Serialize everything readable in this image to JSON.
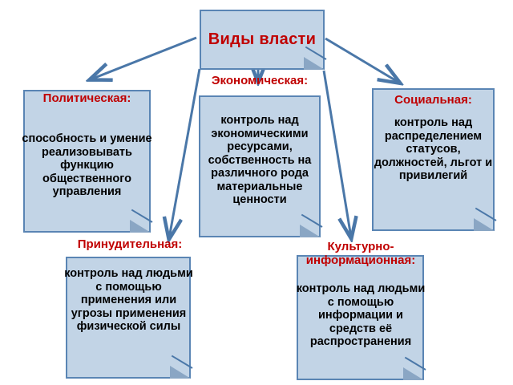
{
  "diagram": {
    "title": "Виды власти",
    "title_color": "#c00000",
    "box_fill": "#c2d4e6",
    "box_border": "#5a85b4",
    "arrow_color": "#4a77a8",
    "body_text_color": "#000000",
    "nodes": [
      {
        "id": "political",
        "heading": "Политическая:",
        "body": "способность и умение реализовывать функцию общественного управления"
      },
      {
        "id": "economic",
        "heading": "Экономическая:",
        "body": "контроль над экономическими ресурсами, собственность на различного рода материальные ценности"
      },
      {
        "id": "social",
        "heading": "Социальная:",
        "body": "контроль над распределением статусов, должностей, льгот и привилегий"
      },
      {
        "id": "coercive",
        "heading": "Принудительная:",
        "body": "контроль над людьми с помощью применения или угрозы применения физической силы"
      },
      {
        "id": "cultural",
        "heading": "Культурно-информационная:",
        "body": "контроль над людьми с помощью информации и средств её распространения"
      }
    ],
    "connections": [
      {
        "from": "title",
        "to": "political"
      },
      {
        "from": "title",
        "to": "economic"
      },
      {
        "from": "title",
        "to": "social"
      },
      {
        "from": "title",
        "to": "coercive"
      },
      {
        "from": "title",
        "to": "cultural"
      }
    ]
  }
}
